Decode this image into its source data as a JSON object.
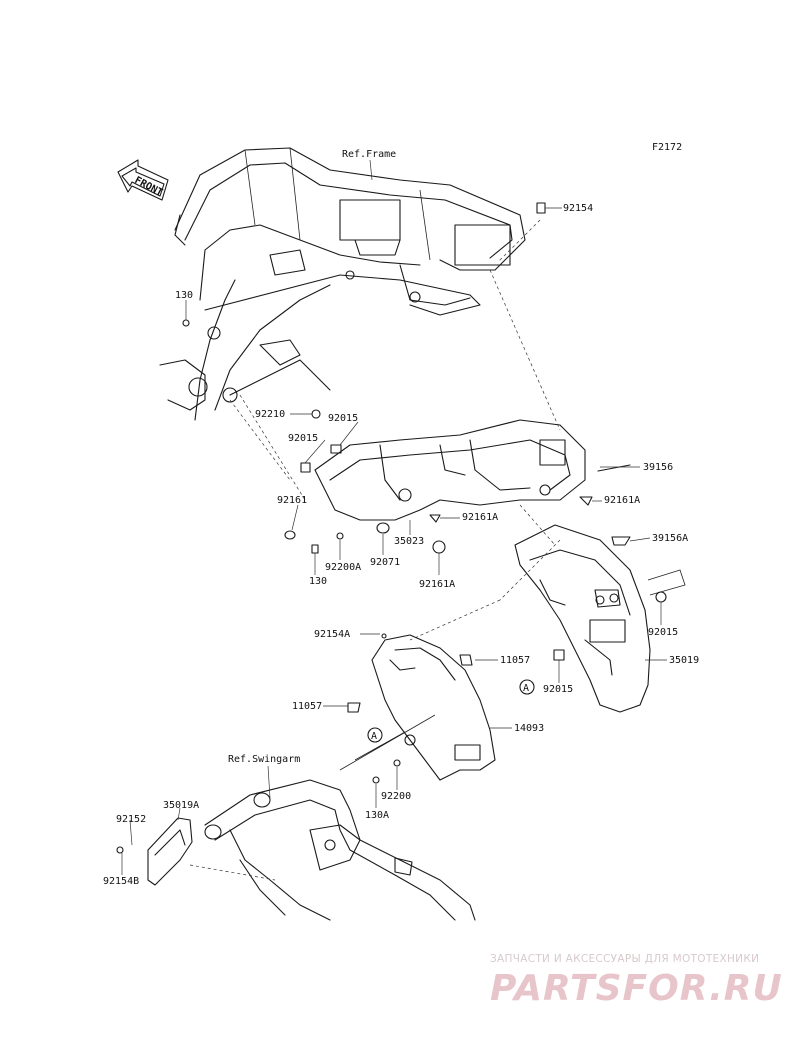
{
  "diagram_code": "F2172",
  "front_arrow_text": "FRONT",
  "references": {
    "frame": "Ref.Frame",
    "swingarm": "Ref.Swingarm"
  },
  "callouts": {
    "c92154_top": "92154",
    "c130_frame": "130",
    "c92210": "92210",
    "c92015_a": "92015",
    "c92015_b": "92015",
    "c39156": "39156",
    "c92161A_right": "92161A",
    "c92161": "92161",
    "c92161A_mid": "92161A",
    "c35023": "35023",
    "c92200A": "92200A",
    "c92071": "92071",
    "c130_low": "130",
    "c92161A_low": "92161A",
    "c39156A": "39156A",
    "c92015_right": "92015",
    "c92154A": "92154A",
    "c11057_right": "11057",
    "c35019": "35019",
    "c92015_low": "92015",
    "marker_A_right": "A",
    "c11057_left": "11057",
    "c14093": "14093",
    "marker_A_left": "A",
    "c92200": "92200",
    "c130A": "130A",
    "c92152": "92152",
    "c35019A": "35019A",
    "c92154B": "92154B"
  },
  "watermark": {
    "tagline": "ЗАПЧАСТИ И АКСЕССУАРЫ ДЛЯ МОТОТЕХНИКИ",
    "brand": "PARTSFOR.RU"
  }
}
